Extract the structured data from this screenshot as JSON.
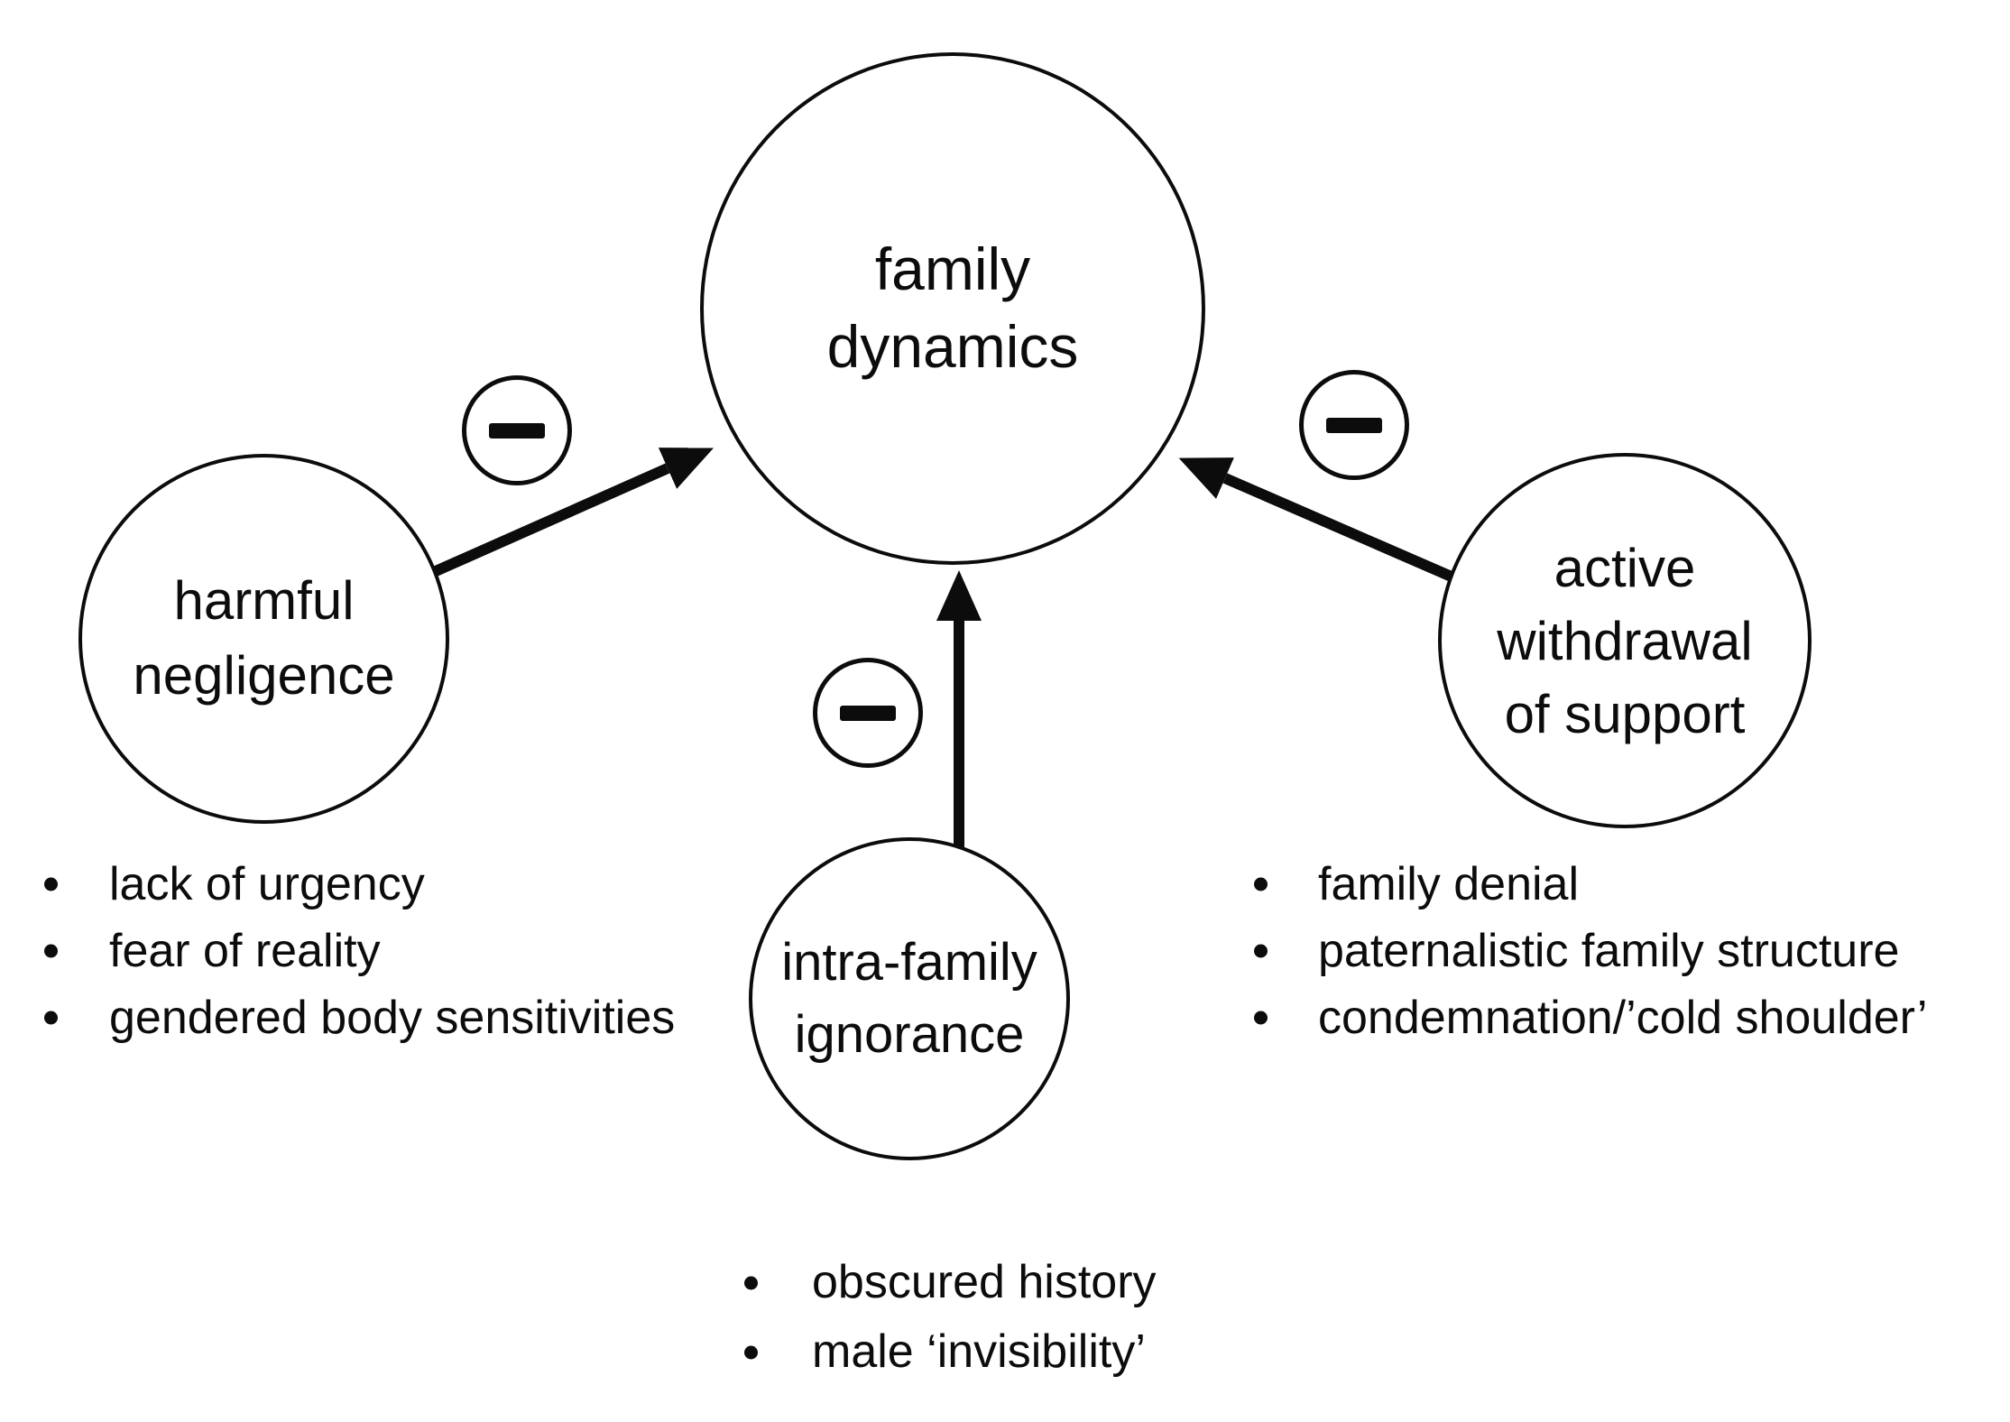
{
  "figure": {
    "type": "diagram",
    "nodes": {
      "family_dynamics": {
        "label": "family\ndynamics"
      },
      "harmful_negligence": {
        "label": "harmful\nnegligence",
        "bullets": [
          "lack of urgency",
          "fear of reality",
          "gendered body sensitivities"
        ]
      },
      "intra_family_ignorance": {
        "label": "intra-family\nignorance",
        "bullets": [
          "obscured history",
          "male ‘invisibility’"
        ]
      },
      "active_withdrawal": {
        "label": "active\nwithdrawal\nof support",
        "bullets": [
          "family denial",
          "paternalistic family structure",
          "condemnation/’cold shoulder’"
        ]
      }
    },
    "edges": [
      {
        "from": "harmful_negligence",
        "to": "family_dynamics",
        "sign": "−"
      },
      {
        "from": "intra_family_ignorance",
        "to": "family_dynamics",
        "sign": "−"
      },
      {
        "from": "active_withdrawal",
        "to": "family_dynamics",
        "sign": "−"
      }
    ],
    "colors": {
      "stroke": "#0c0c0c",
      "background": "#ffffff"
    }
  }
}
